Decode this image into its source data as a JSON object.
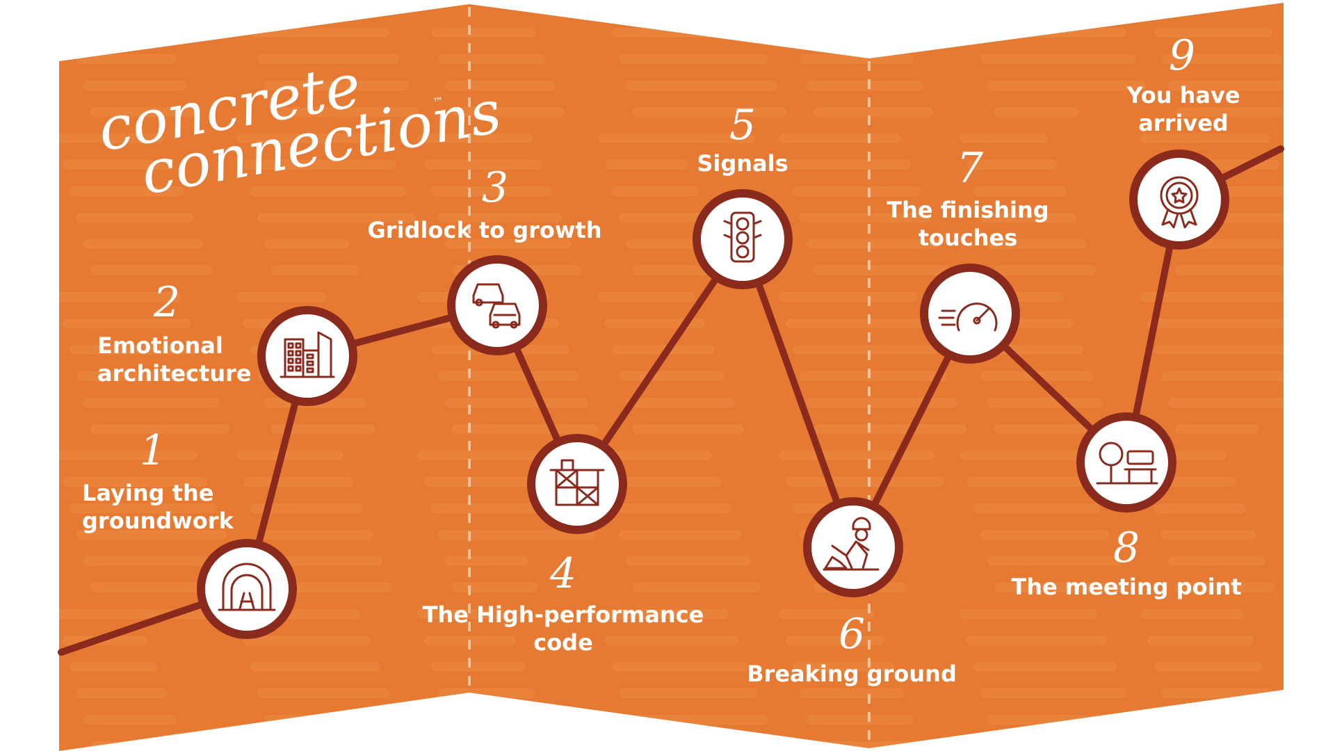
{
  "brand": {
    "line1": "concrete",
    "line2": "connections",
    "trademark": "™"
  },
  "colors": {
    "background": "#e67a33",
    "stripe": "#ef9a57",
    "path": "#8a2a1c",
    "node_fill": "#ffffff",
    "text": "#ffffff",
    "fold": "#f3c39c"
  },
  "steps": [
    {
      "number": "1",
      "lines": [
        "Laying the",
        "groundwork"
      ],
      "icon": "tunnel-icon"
    },
    {
      "number": "2",
      "lines": [
        "Emotional",
        "architecture"
      ],
      "icon": "buildings-icon"
    },
    {
      "number": "3",
      "lines": [
        "Gridlock to growth"
      ],
      "icon": "cars-icon"
    },
    {
      "number": "4",
      "lines": [
        "The High-performance",
        "code"
      ],
      "icon": "scaffold-icon"
    },
    {
      "number": "5",
      "lines": [
        "Signals"
      ],
      "icon": "traffic-light-icon"
    },
    {
      "number": "6",
      "lines": [
        "Breaking ground"
      ],
      "icon": "construction-worker-icon"
    },
    {
      "number": "7",
      "lines": [
        "The finishing",
        "touches"
      ],
      "icon": "speedometer-icon"
    },
    {
      "number": "8",
      "lines": [
        "The meeting point"
      ],
      "icon": "park-bench-icon"
    },
    {
      "number": "9",
      "lines": [
        "You have",
        "arrived"
      ],
      "icon": "award-medal-icon"
    }
  ]
}
